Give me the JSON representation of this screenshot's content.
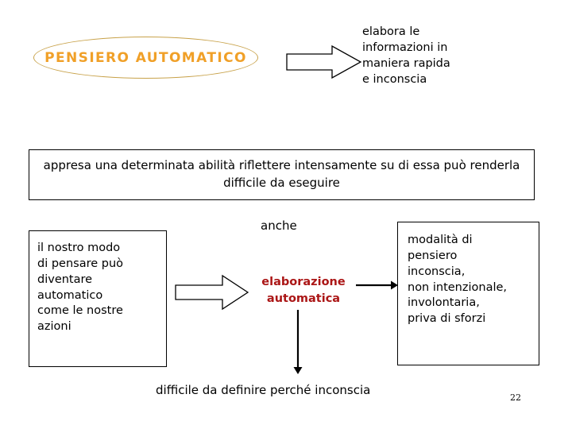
{
  "slide": {
    "page_number": "22",
    "background_color": "#ffffff"
  },
  "title": {
    "text": "PENSIERO AUTOMATICO",
    "text_color": "#f0a028",
    "outline_color": "#c8a24a",
    "shape": "ellipse"
  },
  "top_right": {
    "text": "elabora le\ninformazioni in\nmaniera rapida\ne inconscia"
  },
  "middle_box": {
    "text": "appresa una determinata abilità riflettere intensamente su di essa può renderla difficile da eseguire"
  },
  "left_box": {
    "text": "il nostro modo\ndi pensare può\ndiventare\nautomatico\ncome le nostre\nazioni"
  },
  "connector_label": {
    "text": "anche"
  },
  "center_label": {
    "text": "elaborazione\nautomatica",
    "color": "#ab1616"
  },
  "right_box": {
    "text": "modalità di\npensiero\ninconscia,\nnon intenzionale,\ninvolontaria,\npriva di sforzi"
  },
  "bottom_text": {
    "text": "difficile da definire perché inconscia"
  },
  "arrows": [
    {
      "name": "block-arrow-title-to-description",
      "style": "block",
      "direction": "right"
    },
    {
      "name": "block-arrow-left-to-center",
      "style": "block",
      "direction": "right"
    },
    {
      "name": "line-arrow-center-to-right-box",
      "style": "line",
      "direction": "right"
    },
    {
      "name": "line-arrow-center-to-bottom",
      "style": "line",
      "direction": "down"
    }
  ]
}
